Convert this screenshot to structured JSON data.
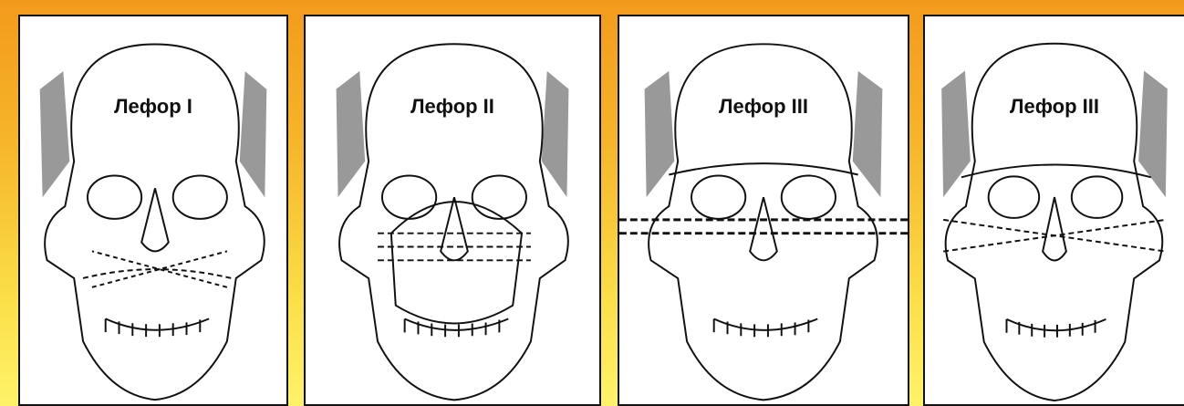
{
  "panels": [
    {
      "label": "Лефор I"
    },
    {
      "label": "Лефор II"
    },
    {
      "label": "Лефор III"
    },
    {
      "label": "Лефор III"
    }
  ]
}
